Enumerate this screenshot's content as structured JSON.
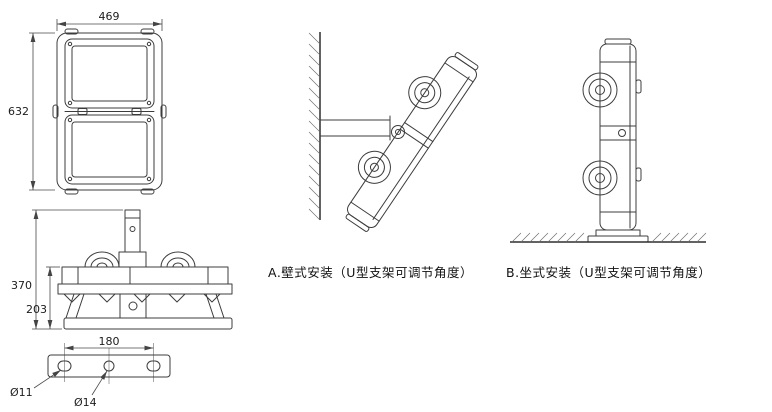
{
  "views": {
    "front": {
      "width_dim": "469",
      "height_dim": "632"
    },
    "side": {
      "total_height_dim": "370",
      "lower_height_dim": "203"
    },
    "mount_plate": {
      "hole_spacing_dim": "180",
      "slot_diameter": "Ø11",
      "center_hole_diameter": "Ø14"
    },
    "wall_mount": {
      "caption": "A.壁式安装（U型支架可调节角度）"
    },
    "base_mount": {
      "caption": "B.坐式安装（U型支架可调节角度）"
    }
  }
}
